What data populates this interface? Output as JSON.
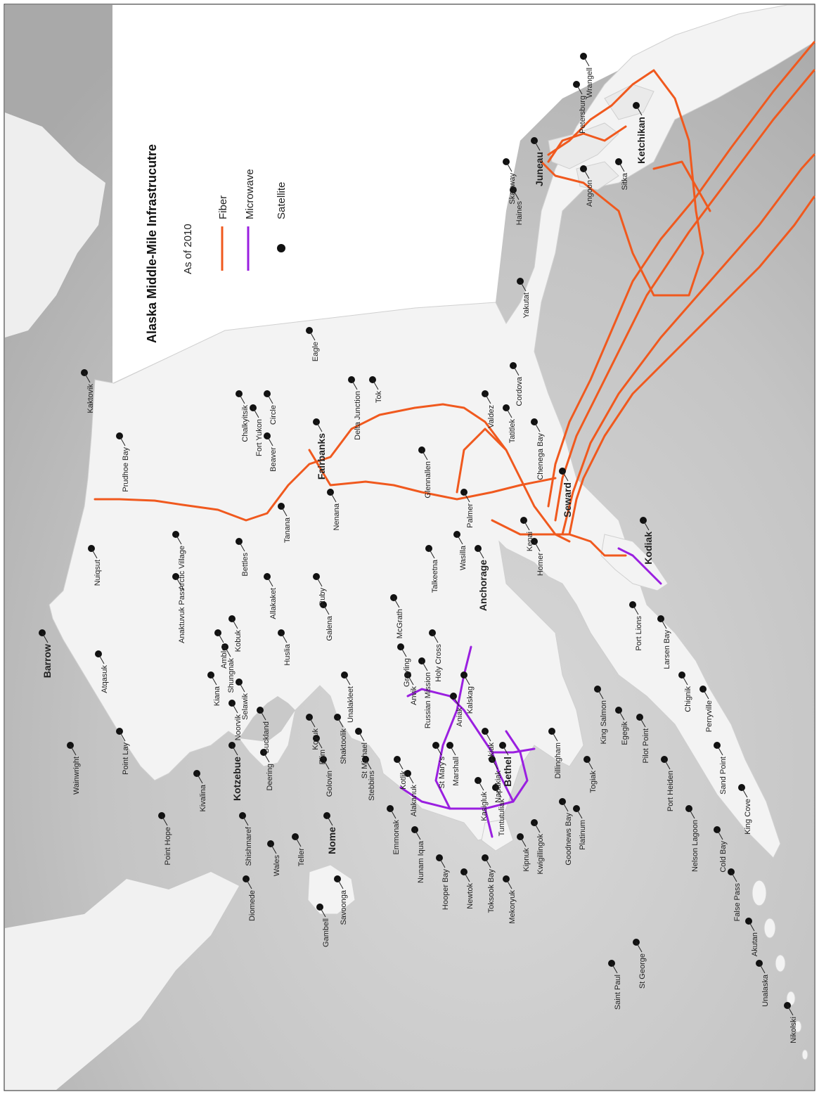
{
  "legend": {
    "title": "Alaska Middle-Mile Infrastrucutre",
    "subtitle": "As of 2010",
    "fiber_label": "Fiber",
    "microwave_label": "Microwave",
    "satellite_label": "Satellite"
  },
  "colors": {
    "fiber": "#f0591e",
    "microwave": "#9a1fe0",
    "land": "#f4f4f4",
    "ocean": "#bdbdbd",
    "satellite": "#111111"
  },
  "places": [
    "Kaktovik",
    "Prudhoe Bay",
    "Barrow",
    "Atqasuk",
    "Wainwright",
    "Point Lay",
    "Point Hope",
    "Kivalina",
    "Kotzebue",
    "Shishmaref",
    "Wales",
    "Diomede",
    "Teller",
    "Nome",
    "Savoonga",
    "Gambell",
    "Unalakleet",
    "Stebbins",
    "Emmonak",
    "Nunam Iqua",
    "Hooper Bay",
    "Newtok",
    "Toksook Bay",
    "Mekoryuk",
    "Bethel",
    "Kwigillingok",
    "Kipnuk",
    "Goodnews Bay",
    "Platinum",
    "Dillingham",
    "Togiak",
    "King Salmon",
    "Egegik",
    "Pilot Point",
    "Port Heiden",
    "Nelson Lagoon",
    "Cold Bay",
    "False Pass",
    "Akutan",
    "Unalaska",
    "Nikolski",
    "King Cove",
    "Sand Point",
    "Perryville",
    "Chignik",
    "Larsen Bay",
    "Port Lions",
    "Kodiak",
    "Homer",
    "Kenai",
    "Seward",
    "Anchorage",
    "Wasilla",
    "Palmer",
    "Talkeetna",
    "McGrath",
    "Aniak",
    "Russian Mission",
    "Holy Cross",
    "Anvik",
    "Grayling",
    "Kalskag",
    "Marshall",
    "St Mary's",
    "Kotlik",
    "Alakanuk",
    "Akiak",
    "Napakiak",
    "Kasigluk",
    "Tuntutuliak",
    "Tok",
    "Glennallen",
    "Valdez",
    "Cordova",
    "Chenega Bay",
    "Tatitlek",
    "Eagle",
    "Delta Junction",
    "Circle",
    "Chalkyitsik",
    "Fort Yukon",
    "Beaver",
    "Arctic Village",
    "Fairbanks",
    "Nenana",
    "Tanana",
    "Ruby",
    "Galena",
    "Huslia",
    "Allakaket",
    "Bettles",
    "Anaktuvuk Pass",
    "Nuiqsut",
    "Ambler",
    "Kobuk",
    "Shungnak",
    "Selawik",
    "Noorvik",
    "Kiana",
    "Buckland",
    "Deering",
    "Koyuk",
    "Elim",
    "Golovin",
    "Shaktoolik",
    "St Michael",
    "Yakutat",
    "Haines",
    "Skagway",
    "Juneau",
    "Petersburg",
    "Wrangell",
    "Ketchikan",
    "Sitka",
    "Angoon",
    "Saint Paul",
    "St George"
  ]
}
